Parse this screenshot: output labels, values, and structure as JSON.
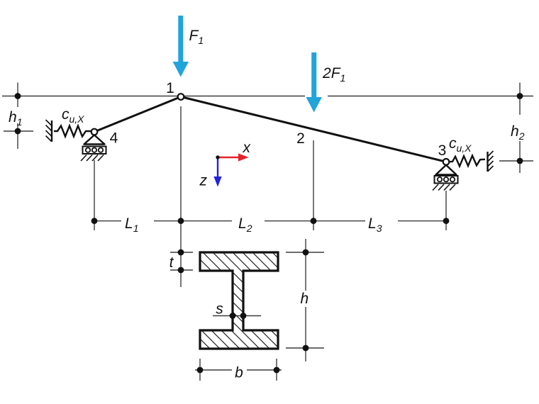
{
  "nodes": {
    "n1": "1",
    "n2": "2",
    "n3": "3",
    "n4": "4"
  },
  "loads": {
    "f1": {
      "base": "F",
      "sub": "1"
    },
    "f2": {
      "coef": "2",
      "base": "F",
      "sub": "1"
    }
  },
  "springs": {
    "left": {
      "base": "c",
      "sub": "u,X"
    },
    "right": {
      "base": "c",
      "sub": "u,X"
    }
  },
  "dims": {
    "h1": {
      "base": "h",
      "sub": "1"
    },
    "h2": {
      "base": "h",
      "sub": "2"
    },
    "L1": {
      "base": "L",
      "sub": "1"
    },
    "L2": {
      "base": "L",
      "sub": "2"
    },
    "L3": {
      "base": "L",
      "sub": "3"
    },
    "t": "t",
    "s": "s",
    "h": "h",
    "b": "b"
  },
  "axes": {
    "x": "x",
    "z": "z"
  },
  "colors": {
    "force": "#21a3dc",
    "axis_x": "#e4232b",
    "axis_z": "#2323dd",
    "line": "#111111"
  }
}
